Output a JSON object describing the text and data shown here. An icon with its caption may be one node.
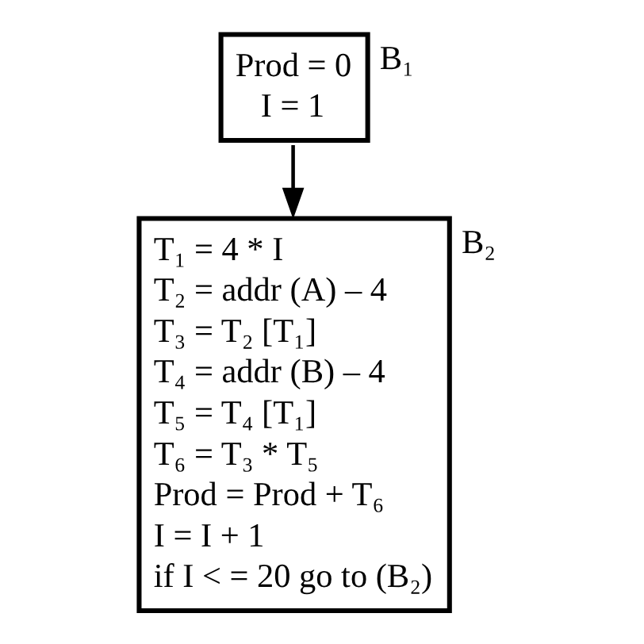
{
  "diagram": {
    "nodes": [
      {
        "text": [
          "Prod = 0",
          "I = 1"
        ],
        "beside": [
          "B₁"
        ]
      },
      {
        "text": [
          "T₁ = 4 * I",
          "T₂ = addr (A) – 4",
          "T₃ = T₂ [T₁]",
          "T₄ = addr (B) – 4",
          "T₅ = T₄ [T₁]",
          "T₆ = T₃ * T₅",
          "Prod = Prod + T₆",
          "I = I + 1",
          "if I < = 20 go to (B₂)"
        ],
        "beside": [
          "B₂"
        ]
      }
    ],
    "edges": [
      {
        "from": 0,
        "to": 1,
        "arrow": "to"
      }
    ]
  }
}
